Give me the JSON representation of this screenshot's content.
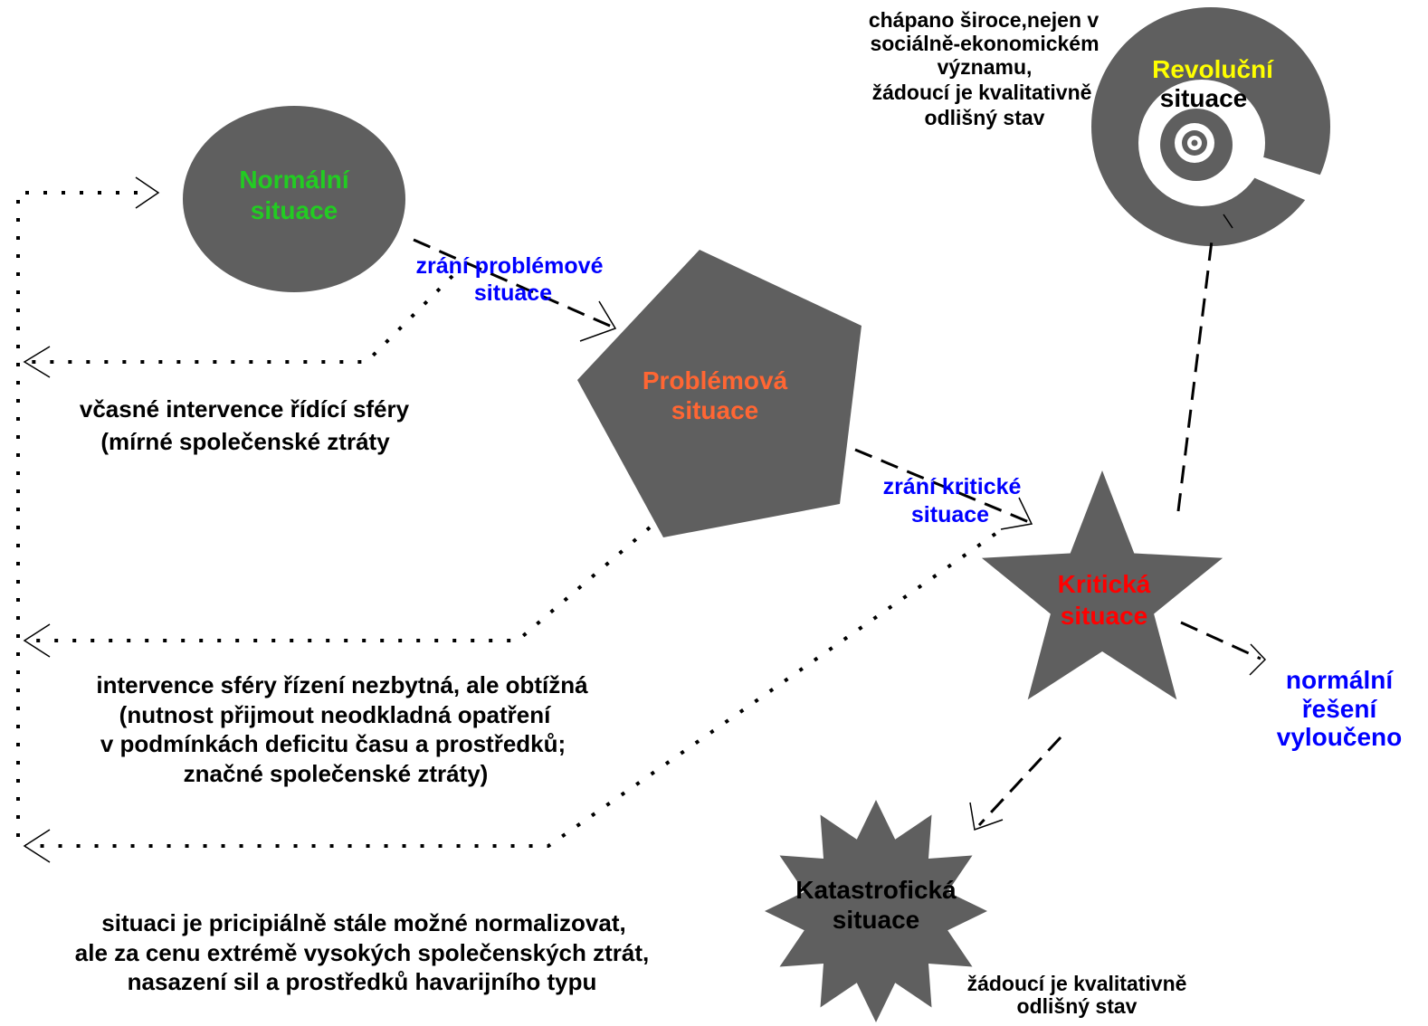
{
  "diagram": {
    "normal": {
      "lines": [
        "Normální",
        "situace"
      ],
      "color": "#22cc22"
    },
    "problem": {
      "lines": [
        "Problémová",
        "situace"
      ],
      "color": "#ff6633"
    },
    "critical": {
      "lines": [
        "Kritická",
        "situace"
      ],
      "color": "#ff0000"
    },
    "revolution": {
      "lines": [
        "Revoluční",
        "situace"
      ],
      "color": "#ffff00"
    },
    "catastrophe": {
      "lines": [
        "Katastrofická",
        "situace"
      ],
      "color": "#000000"
    }
  },
  "transitions": {
    "ripening_problem": [
      "zrání problémové",
      "situace"
    ],
    "ripening_critical": [
      "zrání kritické",
      "situace"
    ],
    "excluded": [
      "normální",
      "řešení",
      "vyloučeno"
    ],
    "color": "#0000ff"
  },
  "interventions": {
    "early": [
      "včasné intervence řídící sféry",
      "(mírné společenské ztráty"
    ],
    "difficult": [
      "intervence sféry řízení nezbytná, ale obtížná",
      "(nutnost přijmout neodkladná opatření",
      "v podmínkách deficitu času a prostředků;",
      "značné společenské ztráty)"
    ],
    "extreme": [
      "situaci je pricipiálně stále možné normalizovat,",
      "ale za cenu extrémě vysokých společenských ztrát,",
      "nasazení sil a prostředků havarijního typu"
    ]
  },
  "notes": {
    "revolution": [
      "chápano široce,nejen v",
      "sociálně-ekonomickém",
      "významu,",
      "žádoucí je kvalitativně",
      "odlišný stav"
    ],
    "catastrophe": [
      "žádoucí je kvalitativně",
      "odlišný stav"
    ]
  },
  "style": {
    "shape_fill": "#5f5f5f"
  }
}
